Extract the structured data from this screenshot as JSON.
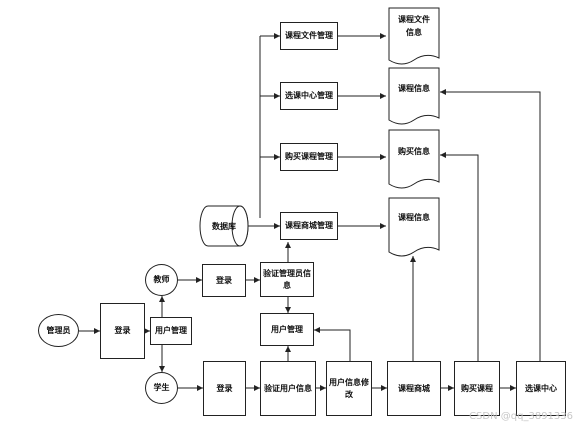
{
  "nodes": {
    "admin": "管理员",
    "login_admin": "登录",
    "user_mgmt_left": "用户管理",
    "teacher": "教师",
    "student": "学生",
    "login_teacher": "登录",
    "login_student": "登录",
    "verify_admin": "验证管理员信息",
    "user_mgmt": "用户管理",
    "verify_user": "验证用户信息",
    "edit_user": "用户信息修改",
    "course_store": "课程商城",
    "buy_course": "购买课程",
    "select_center": "选课中心",
    "database": "数据库",
    "course_file_mgmt": "课程文件管理",
    "select_center_mgmt": "选课中心管理",
    "buy_course_mgmt": "购买课程管理",
    "course_store_mgmt": "课程商城管理",
    "doc_course_file_info": "课程文件信息",
    "doc_course_info_1": "课程信息",
    "doc_buy_info": "购买信息",
    "doc_course_info_2": "课程信息"
  },
  "watermark": "CSDN @qq_3891336"
}
